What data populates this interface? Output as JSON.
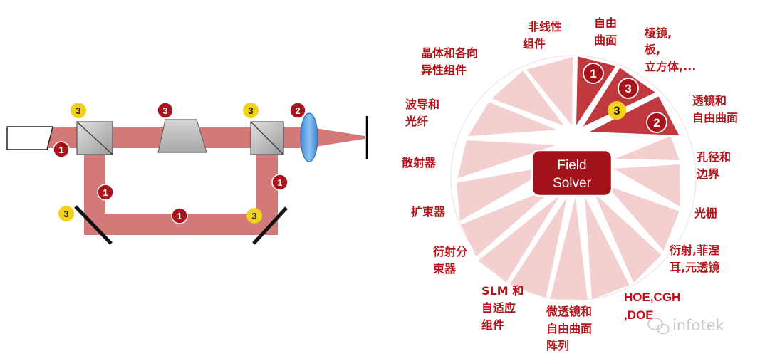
{
  "optical_setup": {
    "badges": {
      "laser_out": "1",
      "split_top": "3",
      "prism": "3",
      "combine_top": "3",
      "lens": "2",
      "left_arm": "1",
      "right_arm": "1",
      "bottom_arm": "1",
      "mirror_left": "3",
      "mirror_right": "3"
    }
  },
  "wheel": {
    "center": [
      "Field",
      "Solver"
    ],
    "segments_badges": {
      "freeform": "1",
      "prism": "3",
      "lens": "2",
      "inner": "3"
    },
    "labels": {
      "nonlinear": [
        "非线性",
        "组件"
      ],
      "freeform": [
        "自由",
        "曲面"
      ],
      "prism": [
        "棱镜,",
        "板,",
        "立方体,..."
      ],
      "lens_freeform": [
        "透镜和",
        "自由曲面"
      ],
      "aperture": [
        "孔径和",
        "边界"
      ],
      "grating": [
        "光栅"
      ],
      "diffractive": [
        "衍射,菲涅",
        "耳,元透镜"
      ],
      "hoe": [
        "HOE,CGH",
        ",DOE"
      ],
      "microlens": [
        "微透镜和",
        "自由曲面",
        "阵列"
      ],
      "slm": [
        "SLM 和",
        "自适应",
        "组件"
      ],
      "beam_splitter": [
        "衍射分",
        "束器"
      ],
      "beam_expander": [
        "扩束器"
      ],
      "scatterer": [
        "散射器"
      ],
      "waveguide": [
        "波导和",
        "光纤"
      ],
      "crystal": [
        "晶体和各向",
        "异性组件"
      ]
    }
  },
  "watermark": "infotek",
  "colors": {
    "beam": "#c85a5a",
    "segment_light": "#f3cfd0",
    "segment_dark": "#c0393f",
    "center_fill": "#a2121a",
    "badge_red": "#a8141c",
    "badge_yellow": "#f2d01c",
    "label": "#b5141b"
  }
}
